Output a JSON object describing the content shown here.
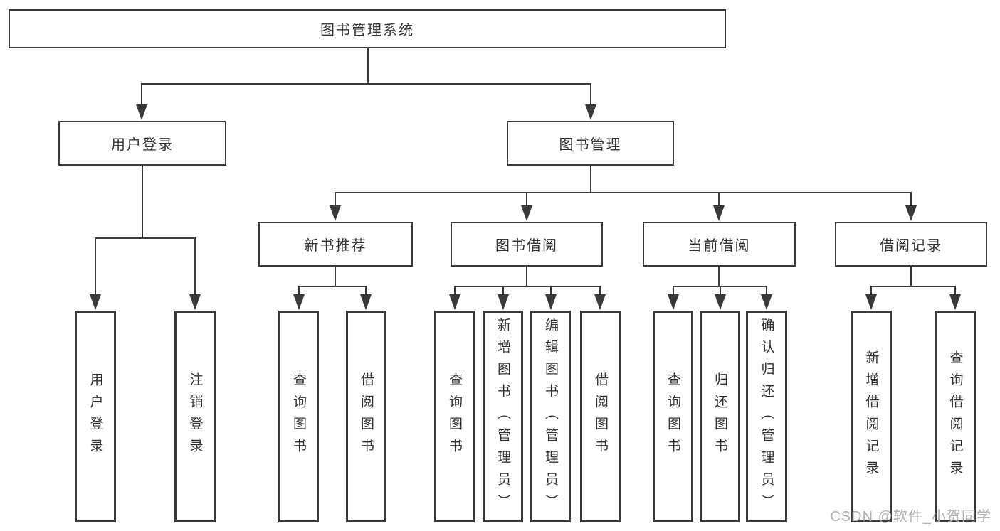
{
  "diagram": {
    "root": {
      "label": "图书管理系统"
    },
    "level2": [
      {
        "label": "用户登录"
      },
      {
        "label": "图书管理"
      }
    ],
    "level3": [
      {
        "label": "新书推荐"
      },
      {
        "label": "图书借阅"
      },
      {
        "label": "当前借阅"
      },
      {
        "label": "借阅记录"
      }
    ],
    "leaves": {
      "user_login": [
        {
          "label": "用户登录"
        },
        {
          "label": "注销登录"
        }
      ],
      "new_book": [
        {
          "label": "查询图书"
        },
        {
          "label": "借阅图书"
        }
      ],
      "book_borrow": [
        {
          "label": "查询图书"
        },
        {
          "label": "新增图书（管理员）"
        },
        {
          "label": "编辑图书（管理员）"
        },
        {
          "label": "借阅图书"
        }
      ],
      "current_borrow": [
        {
          "label": "查询图书"
        },
        {
          "label": "归还图书"
        },
        {
          "label": "确认归还（管理员）"
        }
      ],
      "borrow_record": [
        {
          "label": "新增借阅记录"
        },
        {
          "label": "查询借阅记录"
        }
      ]
    }
  },
  "watermark": {
    "text": "CSDN @软件_小贺同学"
  },
  "colors": {
    "line": "#3a3a3a",
    "text": "#333333",
    "watermark": "#b1b1b1",
    "background": "#ffffff"
  }
}
